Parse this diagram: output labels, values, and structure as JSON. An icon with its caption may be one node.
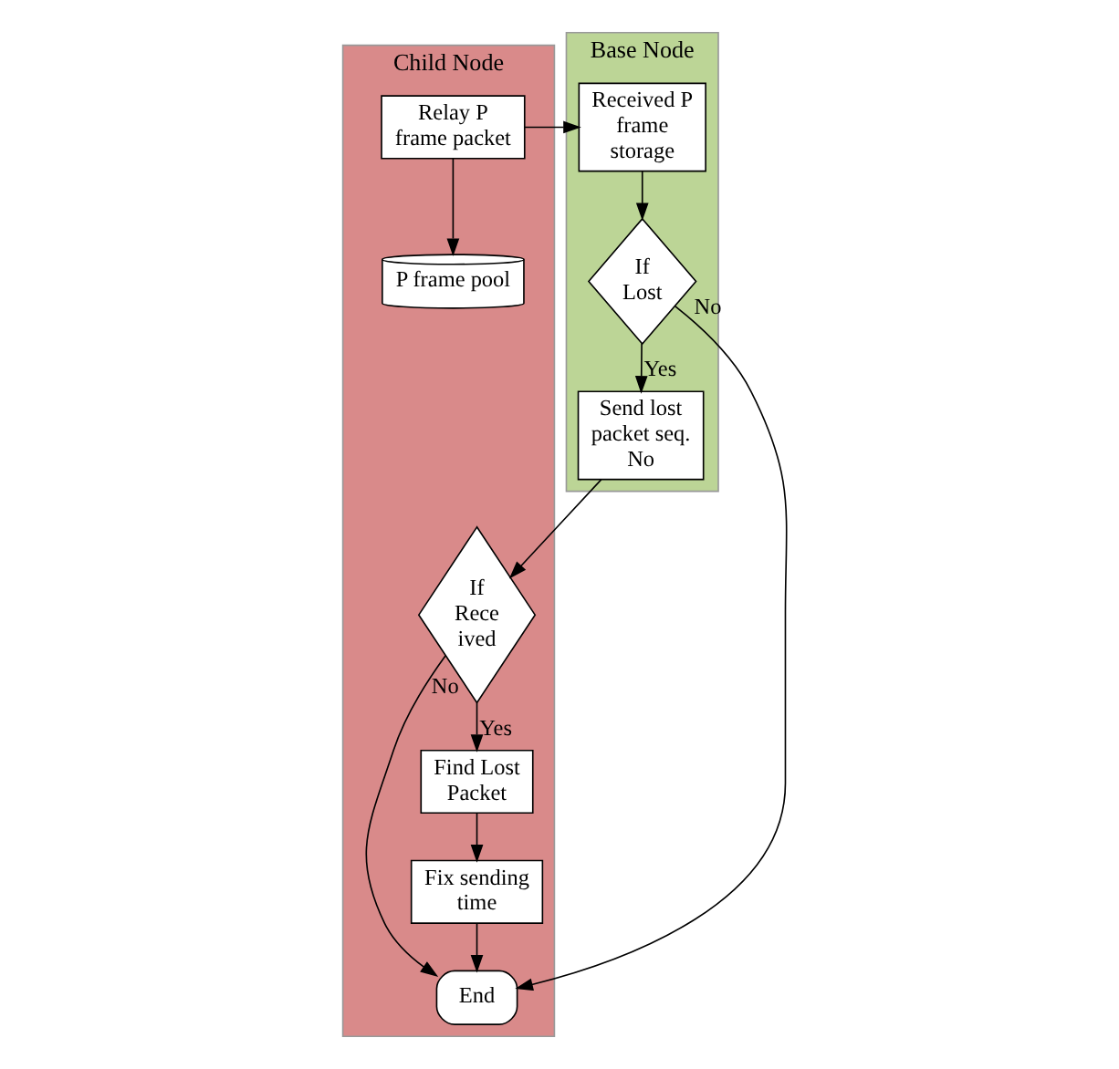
{
  "diagram": {
    "nodes": [
      {
        "text": [
          "Child Node"
        ]
      },
      {
        "text": [
          "P frame pool"
        ],
        "in": 0
      },
      {
        "text": [
          "Relay P frame packet"
        ],
        "in": 0
      },
      {
        "text": [
          "Fix sending time"
        ],
        "in": 0
      },
      {
        "text": [
          "End"
        ],
        "in": 0
      },
      {
        "text": [
          "Find Lost Packet"
        ],
        "in": 0
      },
      {
        "text": [
          "If Rece ived"
        ],
        "in": 0
      },
      {
        "text": [
          "Base Node"
        ]
      },
      {
        "text": [
          "Received P frame storage"
        ],
        "in": 7
      },
      {
        "text": [
          "If Lost"
        ],
        "in": 7
      },
      {
        "text": [
          "Send lost packet seq. No"
        ],
        "in": 7
      }
    ],
    "edges": [
      {
        "from": 2,
        "to": 1,
        "arrow": "to"
      },
      {
        "from": 2,
        "to": 8,
        "arrow": "to"
      },
      {
        "from": 8,
        "to": 9,
        "arrow": "to"
      },
      {
        "from": 9,
        "to": 4,
        "arrow": "to",
        "label": "No"
      },
      {
        "from": 9,
        "to": 10,
        "arrow": "to",
        "label": "Yes"
      },
      {
        "from": 10,
        "to": 6,
        "arrow": "to"
      },
      {
        "from": 6,
        "to": 4,
        "arrow": "to",
        "label": "No"
      },
      {
        "from": 6,
        "to": 5,
        "arrow": "to",
        "label": "Yes"
      },
      {
        "from": 5,
        "to": 3,
        "arrow": "to"
      },
      {
        "from": 3,
        "to": 4,
        "arrow": "to"
      }
    ]
  }
}
